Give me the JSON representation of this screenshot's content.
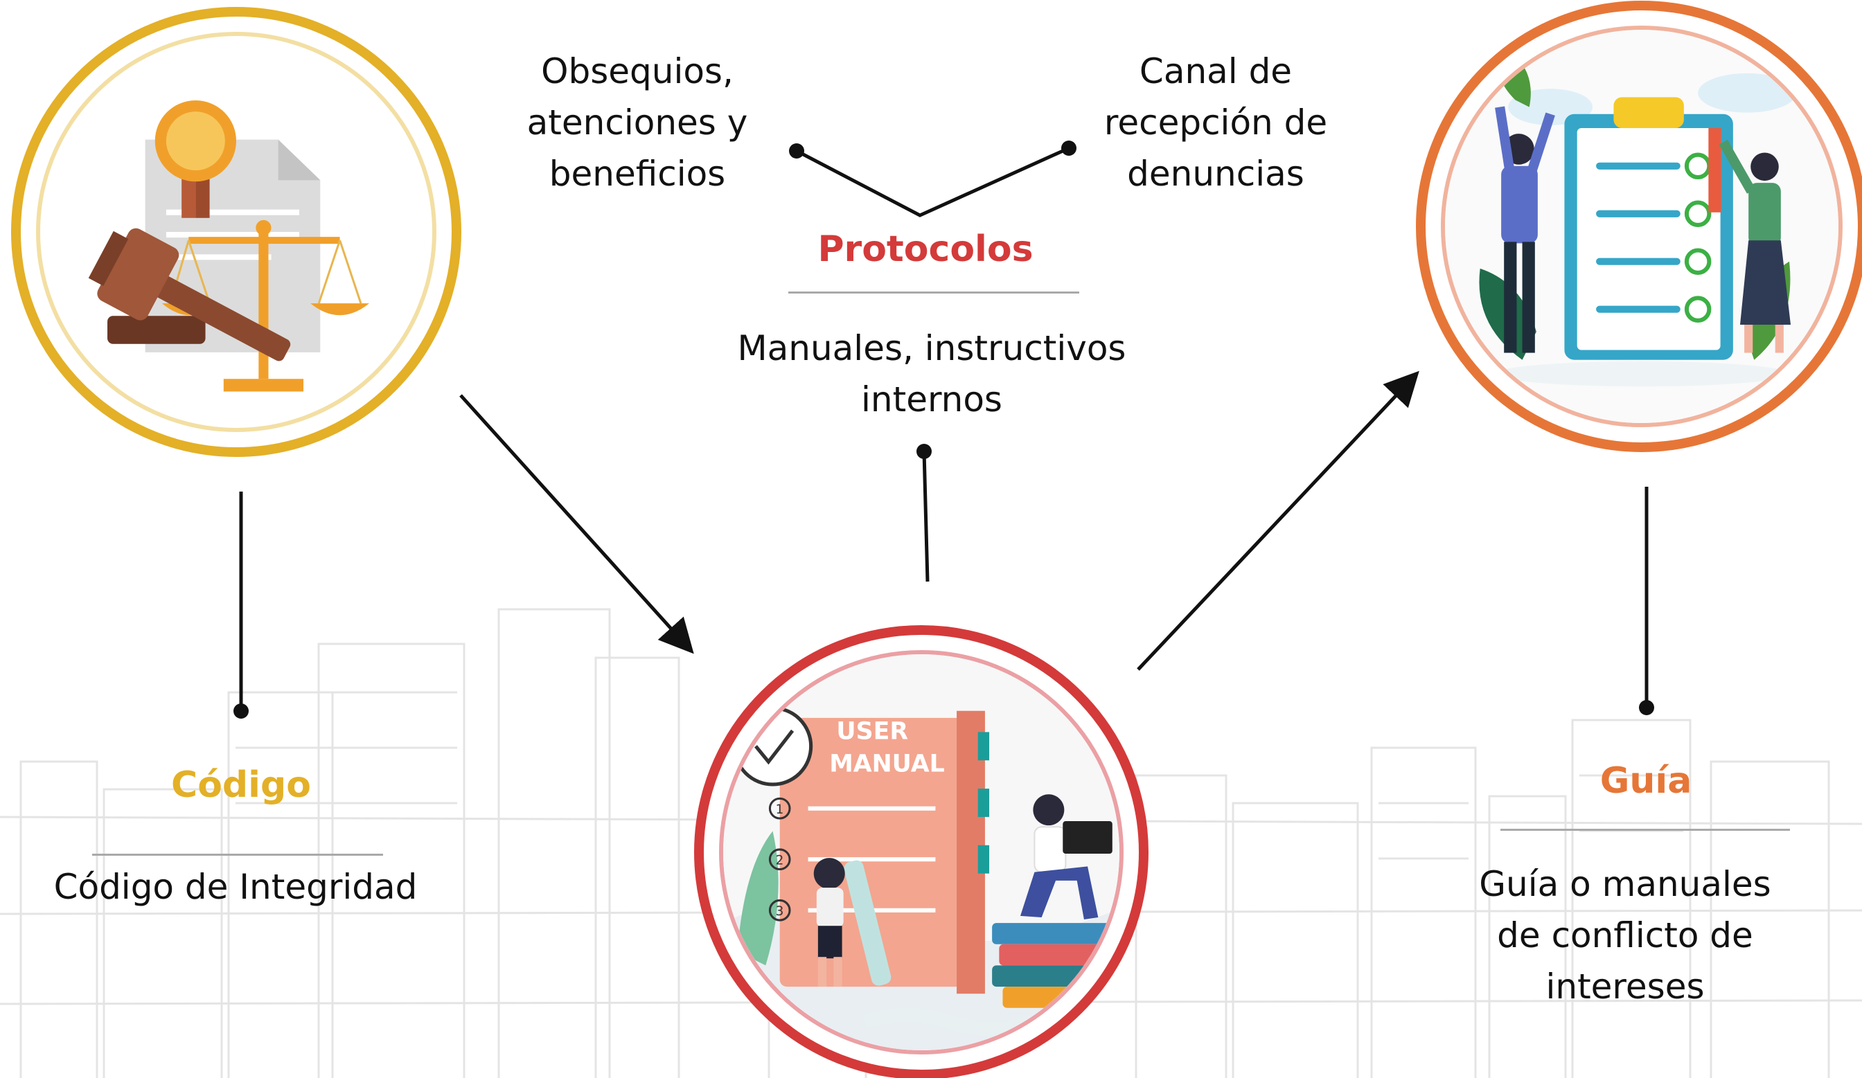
{
  "colors": {
    "codigo": "#e3b027",
    "protocolos": "#d43a3a",
    "guia": "#e67637",
    "text": "#111111",
    "divider": "#a9a9a9",
    "connector": "#111111"
  },
  "nodes": {
    "codigo": {
      "title": "Código",
      "description": "Código de Integridad",
      "icon": "gavel-scales-certificate-icon"
    },
    "protocolos": {
      "title": "Protocolos",
      "description": "Manuales, instructivos\ninternos",
      "branch_left": "Obsequios,\natenciones y\nbeneficios",
      "branch_right": "Canal de\nrecepción de\ndenuncias",
      "icon": "user-manual-icon",
      "icon_text_line1": "USER",
      "icon_text_line2": "MANUAL",
      "icon_steps": [
        "1",
        "2",
        "3"
      ]
    },
    "guia": {
      "title": "Guía",
      "description": "Guía o manuales\nde conflicto de\nintereses",
      "icon": "clipboard-checklist-icon"
    }
  },
  "edges": [
    {
      "from": "codigo",
      "to": "protocolos",
      "type": "arrow"
    },
    {
      "from": "protocolos",
      "to": "guia",
      "type": "arrow"
    }
  ]
}
